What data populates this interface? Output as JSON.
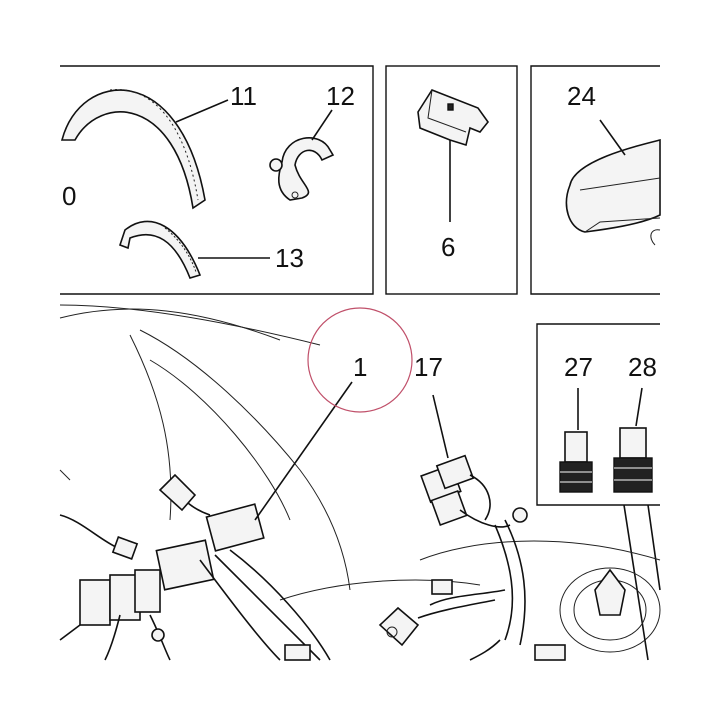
{
  "callouts": {
    "p0": "0",
    "p11": "11",
    "p12": "12",
    "p13": "13",
    "p6": "6",
    "p24": "24",
    "p1": "1",
    "p17": "17",
    "p27": "27",
    "p28": "28"
  },
  "colors": {
    "line": "#111111",
    "highlight_circle": "#c0506a",
    "background": "#ffffff"
  }
}
